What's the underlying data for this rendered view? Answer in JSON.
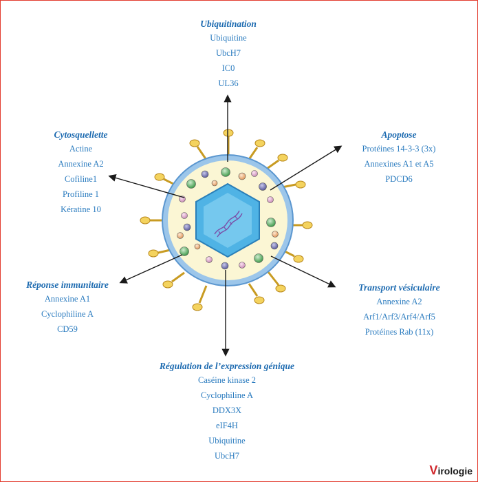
{
  "groups": {
    "ubiquitination": {
      "title": "Ubiquitination",
      "items": [
        "Ubiquitine",
        "UbcH7",
        "IC0",
        "UL36"
      ]
    },
    "cytosquelette": {
      "title": "Cytosquellette",
      "items": [
        "Actine",
        "Annexine A2",
        "Cofiline1",
        "Profiline 1",
        "Kératine 10"
      ]
    },
    "apoptose": {
      "title": "Apoptose",
      "items": [
        "Protéines 14-3-3 (3x)",
        "Annexines A1 et A5",
        "PDCD6"
      ]
    },
    "reponse": {
      "title": "Réponse immunitaire",
      "items": [
        "Annexine A1",
        "Cyclophiline A",
        "CD59"
      ]
    },
    "transport": {
      "title": "Transport vésiculaire",
      "items": [
        "Annexine A2",
        "Arf1/Arf3/Arf4/Arf5",
        "Protéines Rab (11x)"
      ]
    },
    "regulation": {
      "title": "Régulation de l’expression génique",
      "items": [
        "Caséine kinase 2",
        "Cyclophiline A",
        "DDX3X",
        "eIF4H",
        "Ubiquitine",
        "UbcH7"
      ]
    }
  },
  "logo": {
    "first": "V",
    "rest": "irologie"
  },
  "colors": {
    "frame": "#e23b2e",
    "text": "#2a7bbf",
    "envelope": "#6fa9dc",
    "capsid": "#3fa6dc",
    "spike": "#e8b838"
  }
}
